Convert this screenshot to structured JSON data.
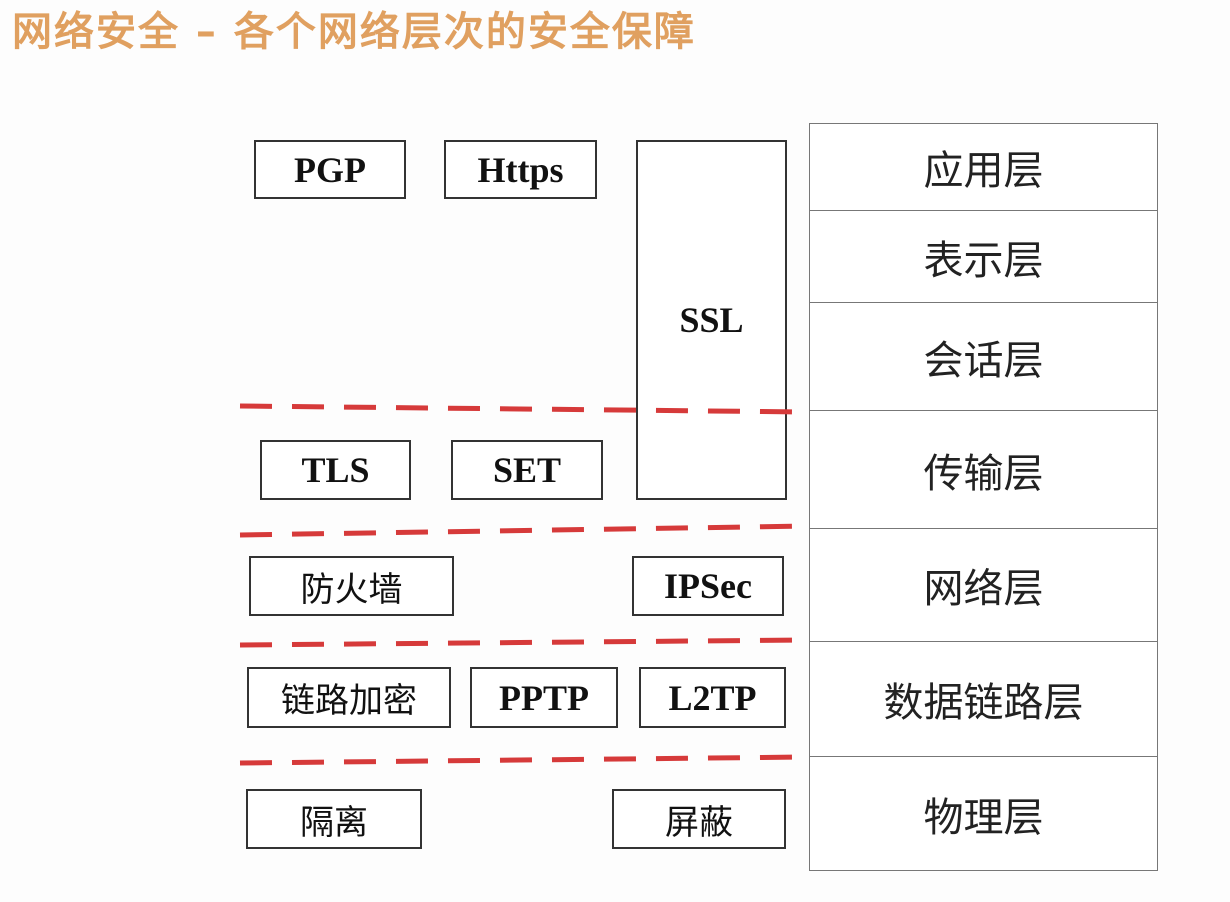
{
  "title": "网络安全 – 各个网络层次的安全保障",
  "colors": {
    "title": "#e0a060",
    "separator": "#d63a3a",
    "box_border": "#333333"
  },
  "layers": [
    {
      "label": "应用层"
    },
    {
      "label": "表示层"
    },
    {
      "label": "会话层"
    },
    {
      "label": "传输层"
    },
    {
      "label": "网络层"
    },
    {
      "label": "数据链路层"
    },
    {
      "label": "物理层"
    }
  ],
  "protocols": {
    "pgp": "PGP",
    "https": "Https",
    "ssl": "SSL",
    "tls": "TLS",
    "set": "SET",
    "firewall": "防火墙",
    "ipsec": "IPSec",
    "link_encryption": "链路加密",
    "pptp": "PPTP",
    "l2tp": "L2TP",
    "isolation": "隔离",
    "shielding": "屏蔽"
  }
}
